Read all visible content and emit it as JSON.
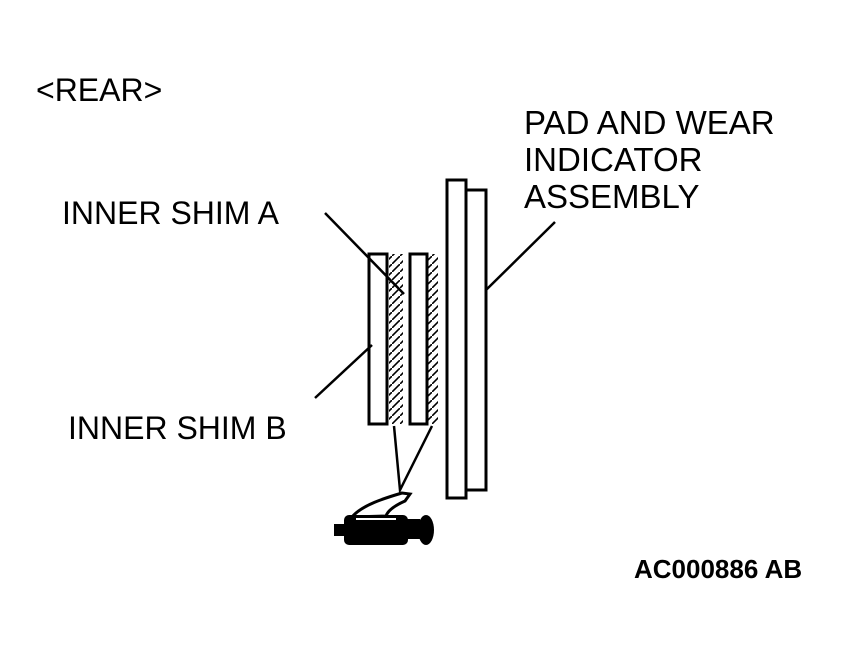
{
  "view_title": "<REAR>",
  "labels": {
    "inner_shim_a": "INNER SHIM A",
    "inner_shim_b": "INNER SHIM B",
    "pad_assembly_line1": "PAD AND WEAR",
    "pad_assembly_line2": "INDICATOR",
    "pad_assembly_line3": "ASSEMBLY"
  },
  "figure_code": "AC000886 AB",
  "colors": {
    "ink": "#000000",
    "paper": "#ffffff"
  },
  "icons": {
    "applicator": "grease-applicator-icon"
  }
}
